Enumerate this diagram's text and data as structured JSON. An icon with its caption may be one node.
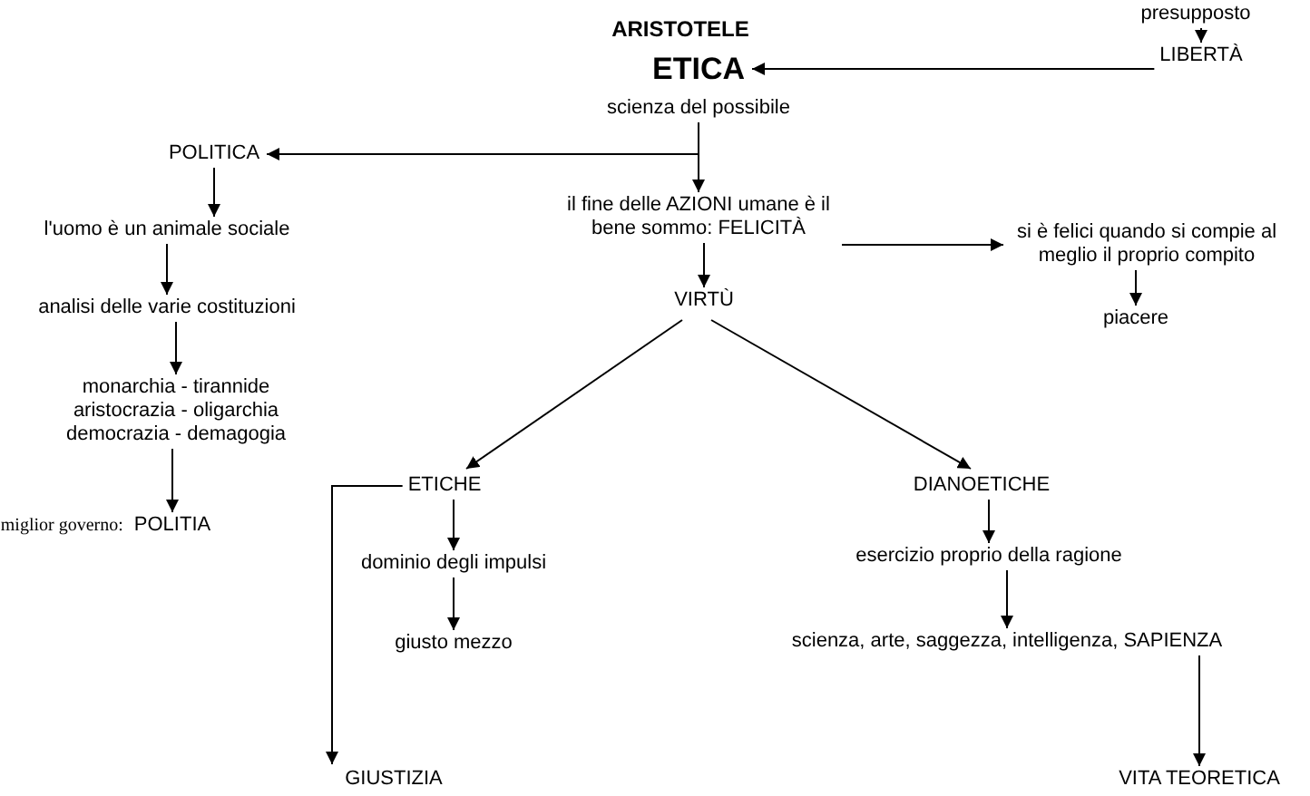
{
  "diagram": {
    "title": "ARISTOTELE",
    "nodes": [
      {
        "text": [
          "ETICA"
        ]
      },
      {
        "text": [
          "scienza del possibile"
        ]
      },
      {
        "text": [
          "presupposto"
        ]
      },
      {
        "text": [
          "LIBERTÀ"
        ]
      },
      {
        "text": [
          "POLITICA"
        ]
      },
      {
        "text": [
          "l'uomo è un animale sociale"
        ]
      },
      {
        "text": [
          "analisi  delle varie costituzioni"
        ]
      },
      {
        "text": [
          "monarchia - tirannide aristocrazia - oligarchia democrazia - demagogia"
        ]
      },
      {
        "text": [
          "POLITIA"
        ],
        "beside": [
          "miglior governo:"
        ]
      },
      {
        "text": [
          "il fine delle AZIONI umane è il bene sommo: FELICITÀ"
        ]
      },
      {
        "text": [
          "si è felici quando si compie al meglio il proprio compito"
        ]
      },
      {
        "text": [
          "piacere"
        ]
      },
      {
        "text": [
          "VIRTÙ"
        ]
      },
      {
        "text": [
          "ETICHE"
        ]
      },
      {
        "text": [
          "DIANOETICHE"
        ]
      },
      {
        "text": [
          "dominio degli impulsi"
        ]
      },
      {
        "text": [
          "giusto mezzo"
        ]
      },
      {
        "text": [
          "GIUSTIZIA"
        ]
      },
      {
        "text": [
          "esercizio proprio della ragione"
        ]
      },
      {
        "text": [
          "scienza, arte, saggezza, intelligenza, SAPIENZA"
        ]
      },
      {
        "text": [
          "VITA TEORETICA"
        ]
      }
    ],
    "edges": [
      {
        "from": 2,
        "to": 3,
        "arrow": "to"
      },
      {
        "from": 3,
        "to": 0,
        "arrow": "to"
      },
      {
        "from": 1,
        "to": 4,
        "arrow": "to"
      },
      {
        "from": 1,
        "to": 9,
        "arrow": "to"
      },
      {
        "from": 4,
        "to": 5,
        "arrow": "to"
      },
      {
        "from": 5,
        "to": 6,
        "arrow": "to"
      },
      {
        "from": 6,
        "to": 7,
        "arrow": "to"
      },
      {
        "from": 7,
        "to": 8,
        "arrow": "to"
      },
      {
        "from": 9,
        "to": 10,
        "arrow": "to"
      },
      {
        "from": 10,
        "to": 11,
        "arrow": "to"
      },
      {
        "from": 9,
        "to": 12,
        "arrow": "to"
      },
      {
        "from": 12,
        "to": 13,
        "arrow": "to"
      },
      {
        "from": 12,
        "to": 14,
        "arrow": "to"
      },
      {
        "from": 13,
        "to": 15,
        "arrow": "to"
      },
      {
        "from": 15,
        "to": 16,
        "arrow": "to"
      },
      {
        "from": 13,
        "to": 17,
        "arrow": "to"
      },
      {
        "from": 14,
        "to": 18,
        "arrow": "to"
      },
      {
        "from": 18,
        "to": 19,
        "arrow": "to"
      },
      {
        "from": 19,
        "to": 20,
        "arrow": "to"
      }
    ]
  }
}
